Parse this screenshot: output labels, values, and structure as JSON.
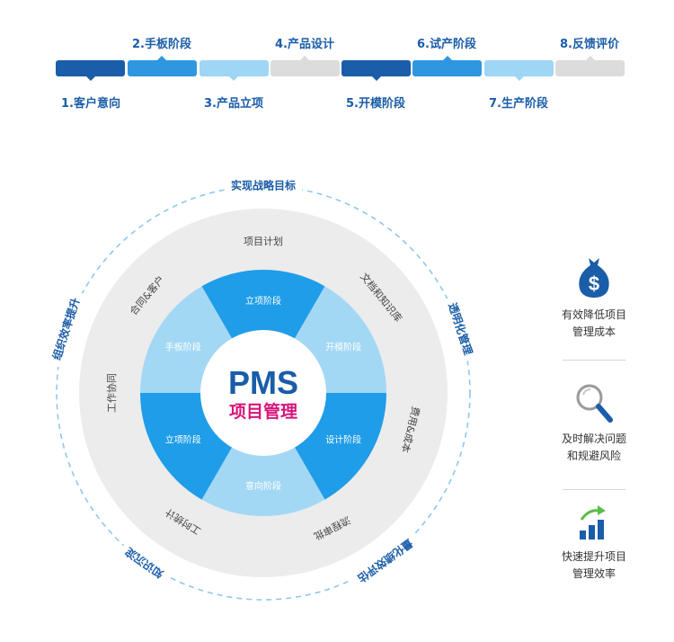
{
  "stages": [
    {
      "label": "1.客户意向",
      "color": "#1a5da8"
    },
    {
      "label": "2.手板阶段",
      "color": "#2e97e0"
    },
    {
      "label": "3.产品立项",
      "color": "#9fd6f5"
    },
    {
      "label": "4.产品设计",
      "color": "#dcdcdc"
    },
    {
      "label": "5.开模阶段",
      "color": "#1a5da8"
    },
    {
      "label": "6.试产阶段",
      "color": "#2e97e0"
    },
    {
      "label": "7.生产阶段",
      "color": "#9fd6f5"
    },
    {
      "label": "8.反馈评价",
      "color": "#dcdcdc"
    }
  ],
  "center": {
    "title": "PMS",
    "subtitle": "项目管理"
  },
  "inner_segments": [
    {
      "label": "立项阶段",
      "color": "#1f9de8"
    },
    {
      "label": "开模阶段",
      "color": "#a3d8f5"
    },
    {
      "label": "设计阶段",
      "color": "#1f9de8"
    },
    {
      "label": "意向阶段",
      "color": "#a3d8f5"
    },
    {
      "label": "立项阶段",
      "color": "#1f9de8"
    },
    {
      "label": "手板阶段",
      "color": "#a3d8f5"
    }
  ],
  "middle_ring": [
    "项目计划",
    "文档和知识库",
    "费用&成本",
    "流程审批",
    "工时统计",
    "工作协同",
    "合同&客户"
  ],
  "outer_ring": [
    "实现战略目标",
    "透明化管理",
    "量化绩效评估",
    "知识沉淀",
    "组织效率提升"
  ],
  "benefits": [
    {
      "icon": "money-bag-icon",
      "line1": "有效降低项目",
      "line2": "管理成本"
    },
    {
      "icon": "magnifier-icon",
      "line1": "及时解决问题",
      "line2": "和规避风险"
    },
    {
      "icon": "growth-chart-icon",
      "line1": "快速提升项目",
      "line2": "管理效率"
    }
  ],
  "colors": {
    "dark_blue": "#1a5da8",
    "accent_blue": "#1f9de8",
    "light_blue": "#a3d8f5",
    "ring_gray": "#ececec",
    "magenta": "#d6157a"
  }
}
